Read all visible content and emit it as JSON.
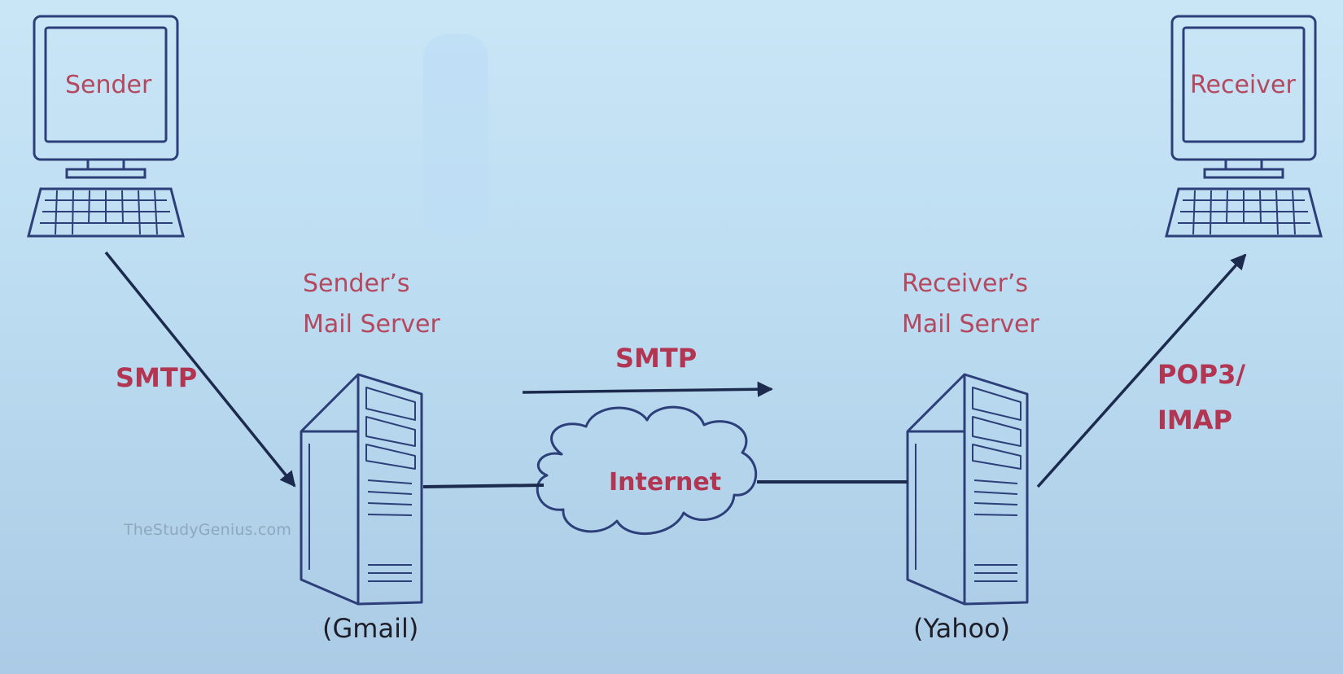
{
  "nodes": {
    "sender": "Sender",
    "receiver": "Receiver",
    "sender_server": {
      "line1": "Sender’s",
      "line2": "Mail Server",
      "provider": "(Gmail)"
    },
    "receiver_server": {
      "line1": "Receiver’s",
      "line2": "Mail Server",
      "provider": "(Yahoo)"
    },
    "internet": "Internet"
  },
  "edges": {
    "sender_to_server": "SMTP",
    "server_to_server": "SMTP",
    "server_to_receiver": {
      "line1": "POP3/",
      "line2": "IMAP"
    }
  },
  "watermark": "TheStudyGenius.com",
  "colors": {
    "line": "#1c2a4e",
    "label": "#b4485e",
    "protocol": "#b23552",
    "outline": "#2c3f78"
  }
}
